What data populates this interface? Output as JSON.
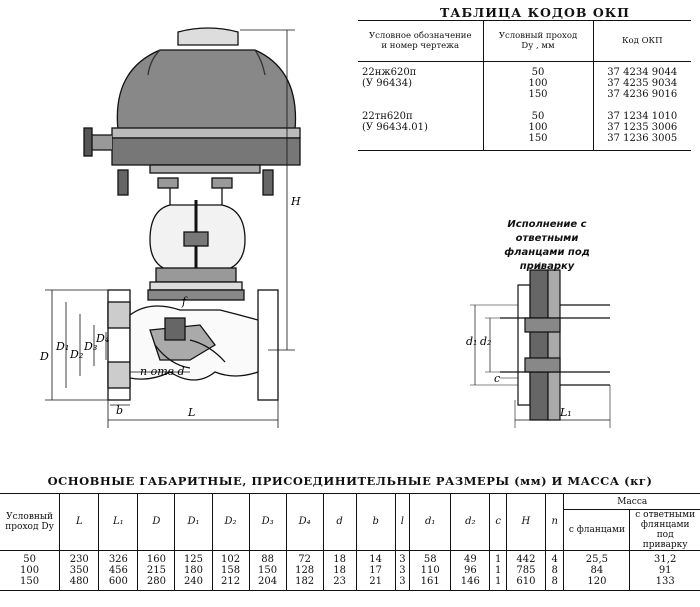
{
  "okp_table": {
    "title": "ТАБЛИЦА КОДОВ ОКП",
    "headers": {
      "designation": "Условное обозначение\nи номер чертежа",
      "nominal_bore": "Условный проход\nDу , мм",
      "okp_code": "Код ОКП"
    },
    "rows": [
      {
        "designation": "22нж620п\n(У 96434)",
        "bores": "50\n100\n150",
        "codes": "37 4234 9044\n37 4235 9034\n37 4236 9016"
      },
      {
        "designation": "22тн620п\n(У 96434.01)",
        "bores": "50\n100\n150",
        "codes": "37 1234 1010\n37 1235 3006\n37 1236 3005"
      }
    ]
  },
  "drawing": {
    "labels": {
      "H": "H",
      "L": "L",
      "D": "D",
      "D1": "D₁",
      "D2": "D₂",
      "D3": "D₃",
      "D4": "D₄",
      "f": "f",
      "holes": "n отв d",
      "b": "b"
    }
  },
  "variant": {
    "caption": "Исполнение с ответными\nфланцами под приварку",
    "labels": {
      "d1": "d₁",
      "d2": "d₂",
      "c": "c",
      "L1": "L₁"
    }
  },
  "dims_table": {
    "title": "ОСНОВНЫЕ ГАБАРИТНЫЕ, ПРИСОЕДИНИТЕЛЬНЫЕ РАЗМЕРЫ (мм) И МАССА (кг)",
    "headers": {
      "nominal_bore": "Условный\nпроход Dу",
      "L": "L",
      "L1": "L₁",
      "D": "D",
      "D1": "D₁",
      "D2": "D₂",
      "D3": "D₃",
      "D4": "D₄",
      "d": "d",
      "b": "b",
      "l": "l",
      "d1": "d₁",
      "d2": "d₂",
      "c": "c",
      "H": "H",
      "n": "n",
      "mass": "Масса",
      "mass_flanges": "с фланцами",
      "mass_weld": "с ответными\nфлянцами под\nприварку"
    },
    "row": {
      "nominal_bore": "50\n100\n150",
      "L": "230\n350\n480",
      "L1": "326\n456\n600",
      "D": "160\n215\n280",
      "D1": "125\n180\n240",
      "D2": "102\n158\n212",
      "D3": "88\n150\n204",
      "D4": "72\n128\n182",
      "d": "18\n18\n23",
      "b": "14\n17\n21",
      "l": "3\n3\n3",
      "d1": "58\n110\n161",
      "d2": "49\n96\n146",
      "c": "1\n1\n1",
      "H": "442\n785\n610",
      "n": "4\n8\n8",
      "mass_flanges": "25,5\n84\n120",
      "mass_weld": "31,2\n91\n133"
    }
  }
}
